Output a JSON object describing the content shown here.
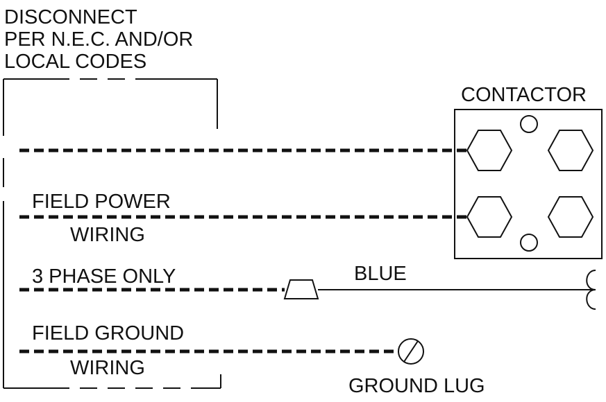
{
  "labels": {
    "disconnect_line1": "DISCONNECT",
    "disconnect_line2": "PER N.E.C. AND/OR",
    "disconnect_line3": "LOCAL CODES",
    "contactor": "CONTACTOR",
    "field_power": "FIELD POWER",
    "field_power_wiring": "WIRING",
    "three_phase": "3 PHASE ONLY",
    "blue": "BLUE",
    "field_ground": "FIELD GROUND",
    "field_ground_wiring": "WIRING",
    "ground_lug": "GROUND LUG"
  },
  "colors": {
    "line": "#111111",
    "background": "#ffffff"
  }
}
